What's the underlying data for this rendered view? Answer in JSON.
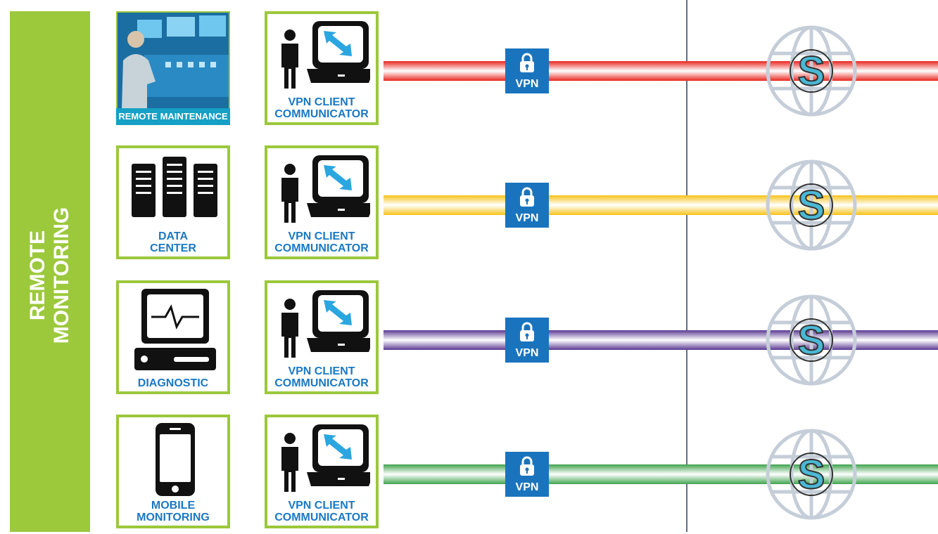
{
  "side_title": [
    "REMOTE",
    "MONITORING"
  ],
  "rows": [
    {
      "source_label": [
        "REMOTE MAINTENANCE"
      ],
      "client_label": [
        "VPN CLIENT",
        "COMMUNICATOR"
      ],
      "vpn_label": "VPN",
      "line_color": "#e8261f",
      "source_icon": "remote-maintenance-photo"
    },
    {
      "source_label": [
        "DATA",
        "CENTER"
      ],
      "client_label": [
        "VPN CLIENT",
        "COMMUNICATOR"
      ],
      "vpn_label": "VPN",
      "line_color": "#f7c21a",
      "source_icon": "server-icon"
    },
    {
      "source_label": [
        "DIAGNOSTIC"
      ],
      "client_label": [
        "VPN CLIENT",
        "COMMUNICATOR"
      ],
      "vpn_label": "VPN",
      "line_color": "#5b3a92",
      "source_icon": "monitor-pulse-icon"
    },
    {
      "source_label": [
        "MOBILE",
        "MONITORING"
      ],
      "client_label": [
        "VPN CLIENT",
        "COMMUNICATOR"
      ],
      "vpn_label": "VPN",
      "line_color": "#3fa34d",
      "source_icon": "smartphone-icon"
    }
  ],
  "colors": {
    "accent_green": "#9cc83c",
    "label_blue": "#1a79c4",
    "vpn_blue": "#1a74bd",
    "globe_s": "#4ab8d4"
  }
}
